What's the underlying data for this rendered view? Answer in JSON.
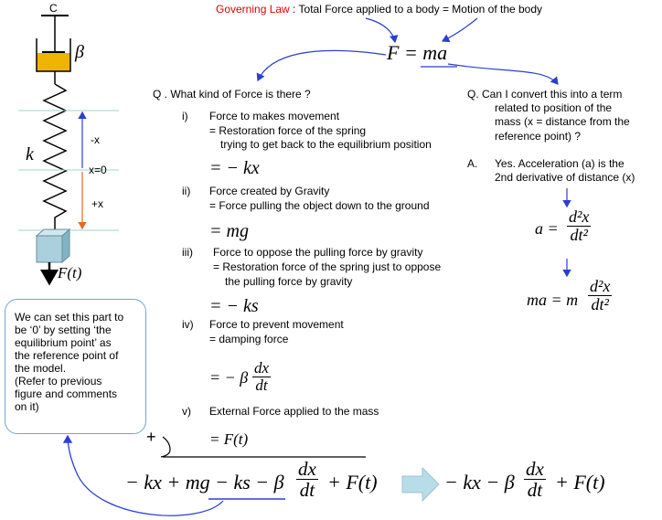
{
  "header": {
    "label": "Governing Law",
    "sep": " : ",
    "text": "Total Force applied to a body = Motion of the body",
    "equation": "F = ma"
  },
  "mechanism": {
    "top_label": "C",
    "beta": "β",
    "k": "k",
    "neg_x": "-x",
    "zero": "x=0",
    "pos_x": "+x",
    "force": "F(t)"
  },
  "question1": {
    "title": "Q . What kind of Force is there ?",
    "items": [
      {
        "num": "i)",
        "lines": [
          "Force to makes movement",
          "= Restoration force of the spring",
          "trying to get back to the equilibrium position"
        ],
        "eq": "= − kx"
      },
      {
        "num": "ii)",
        "lines": [
          "Force created by Gravity",
          "= Force pulling the object down to the ground"
        ],
        "eq": "= mg"
      },
      {
        "num": "iii)",
        "lines": [
          "Force to oppose the pulling force by gravity",
          "= Restoration force of the spring just to oppose",
          "the pulling force by gravity"
        ],
        "eq": "= − ks"
      },
      {
        "num": "iv)",
        "lines": [
          "Force to prevent movement",
          "= damping force"
        ],
        "eq_prefix": "= − β",
        "eq_num": "dx",
        "eq_den": "dt"
      },
      {
        "num": "v)",
        "lines": [
          "External Force applied to the mass"
        ],
        "eq": "= F(t)"
      }
    ]
  },
  "question2": {
    "title_lines": [
      "Q. Can I convert this into a term",
      "related to position of the",
      "mass (x = distance from the",
      "reference point) ?"
    ],
    "answer_num": "A.",
    "answer_lines": [
      "Yes. Acceleration (a) is the",
      "2nd derivative of distance (x)"
    ],
    "eq1_lhs": "a =",
    "eq1_num": "d²x",
    "eq1_den": "dt²",
    "eq2_lhs": "ma = m",
    "eq2_num": "d²x",
    "eq2_den": "dt²"
  },
  "callout": {
    "lines": [
      "We can set this part to",
      "be ‘0’ by setting ‘the",
      "equilibrium point’ as",
      "the reference point of",
      "the model.",
      "(Refer to previous",
      "figure and comments",
      "on it)"
    ]
  },
  "sum": {
    "plus": "+",
    "left_pre": "− kx + mg − ks − β",
    "left_num": "dx",
    "left_den": "dt",
    "left_post": "+ F(t)",
    "right_pre": "− kx − β",
    "right_num": "dx",
    "right_den": "dt",
    "right_post": "+ F(t)"
  },
  "colors": {
    "red": "#e00000",
    "blue": "#2a3fd0",
    "orange": "#e06a2a",
    "arrow_fill": "#b7dde8",
    "callout_border": "#6fa8c8",
    "damper_oil": "#f0b400",
    "mass_fill": "#a9d0dc"
  }
}
